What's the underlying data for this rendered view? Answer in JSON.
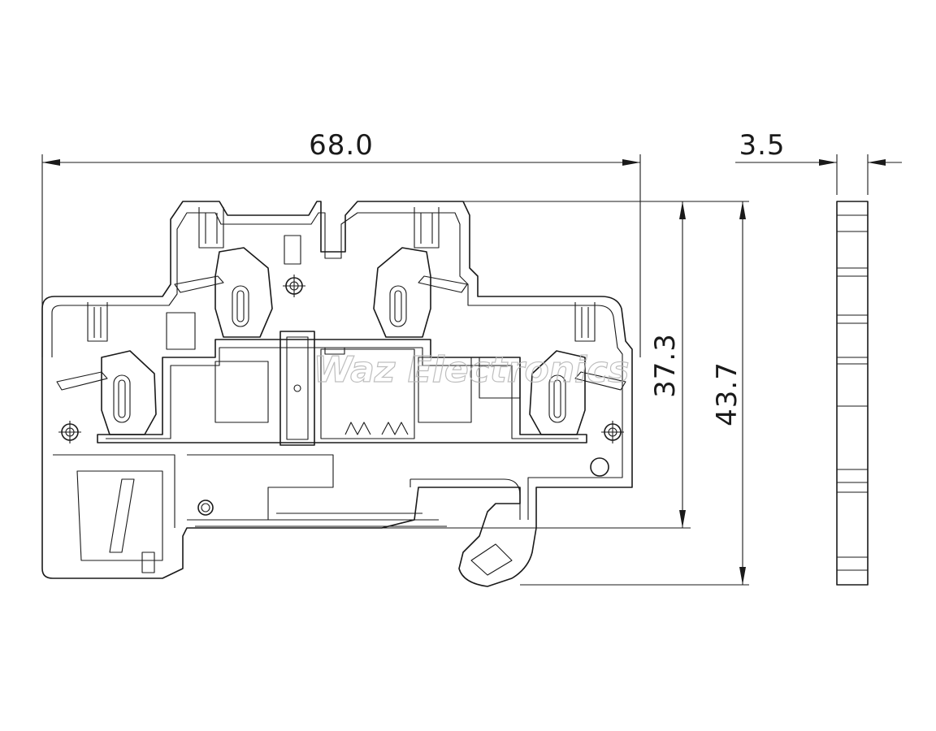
{
  "dimensions": {
    "width": "68.0",
    "thickness": "3.5",
    "height_inner": "37.3",
    "height_outer": "43.7"
  },
  "watermark": "Waz Electronics"
}
